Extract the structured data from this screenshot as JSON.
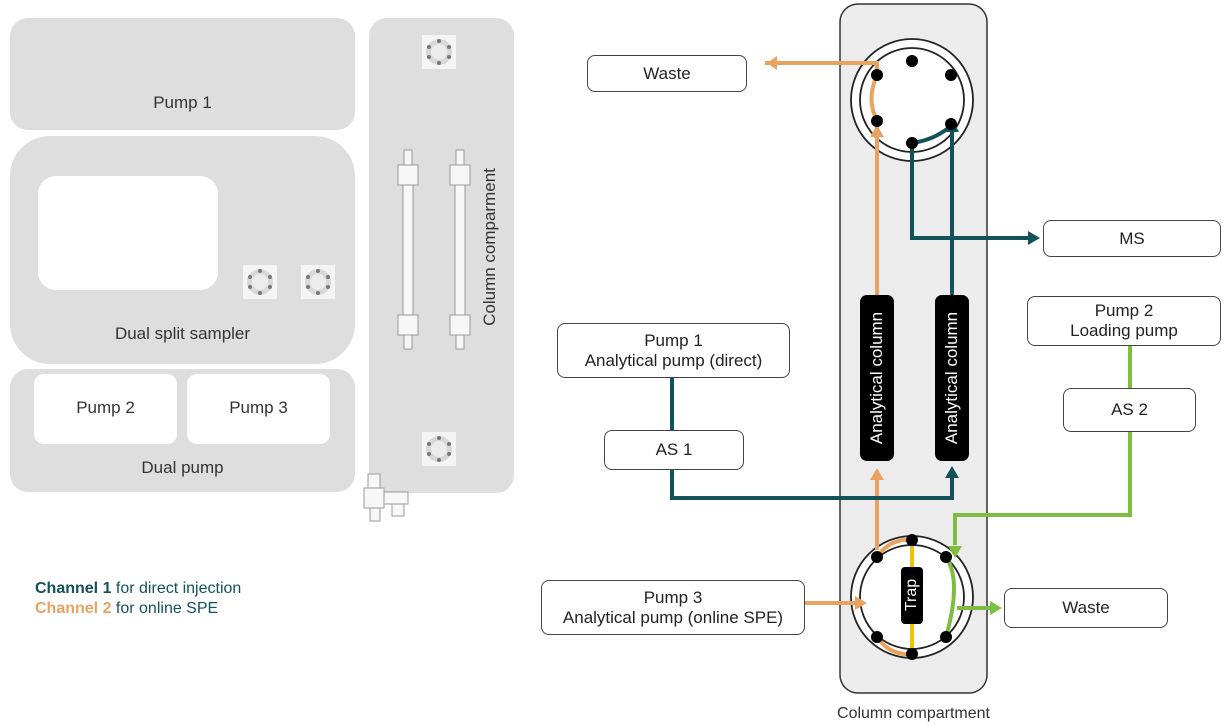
{
  "left_panel": {
    "pump1_label": "Pump 1",
    "sampler_label": "Dual split sampler",
    "pump2_label": "Pump 2",
    "pump3_label": "Pump 3",
    "dual_pump_label": "Dual pump",
    "column_compartment_label": "Column comparment"
  },
  "legend": {
    "channel1_title": "Channel 1",
    "channel1_text": " for direct injection",
    "channel2_title": "Channel 2",
    "channel2_text": " for online SPE"
  },
  "right_panel": {
    "waste_top": "Waste",
    "ms": "MS",
    "pump1_line1": "Pump 1",
    "pump1_line2": "Analytical pump (direct)",
    "as1": "AS 1",
    "pump2_line1": "Pump 2",
    "pump2_line2": "Loading pump",
    "as2": "AS 2",
    "pump3_line1": "Pump 3",
    "pump3_line2": "Analytical pump (online SPE)",
    "waste_bottom": "Waste",
    "analytical_column_1": "Analytical column",
    "analytical_column_2": "Analytical column",
    "trap": "Trap",
    "column_compartment_caption": "Column compartment"
  },
  "colors": {
    "channel1": "#135259",
    "channel2": "#e9a35f",
    "loading": "#7fbc41",
    "trap_line": "#f2c300",
    "panel_gray": "#dedede"
  }
}
